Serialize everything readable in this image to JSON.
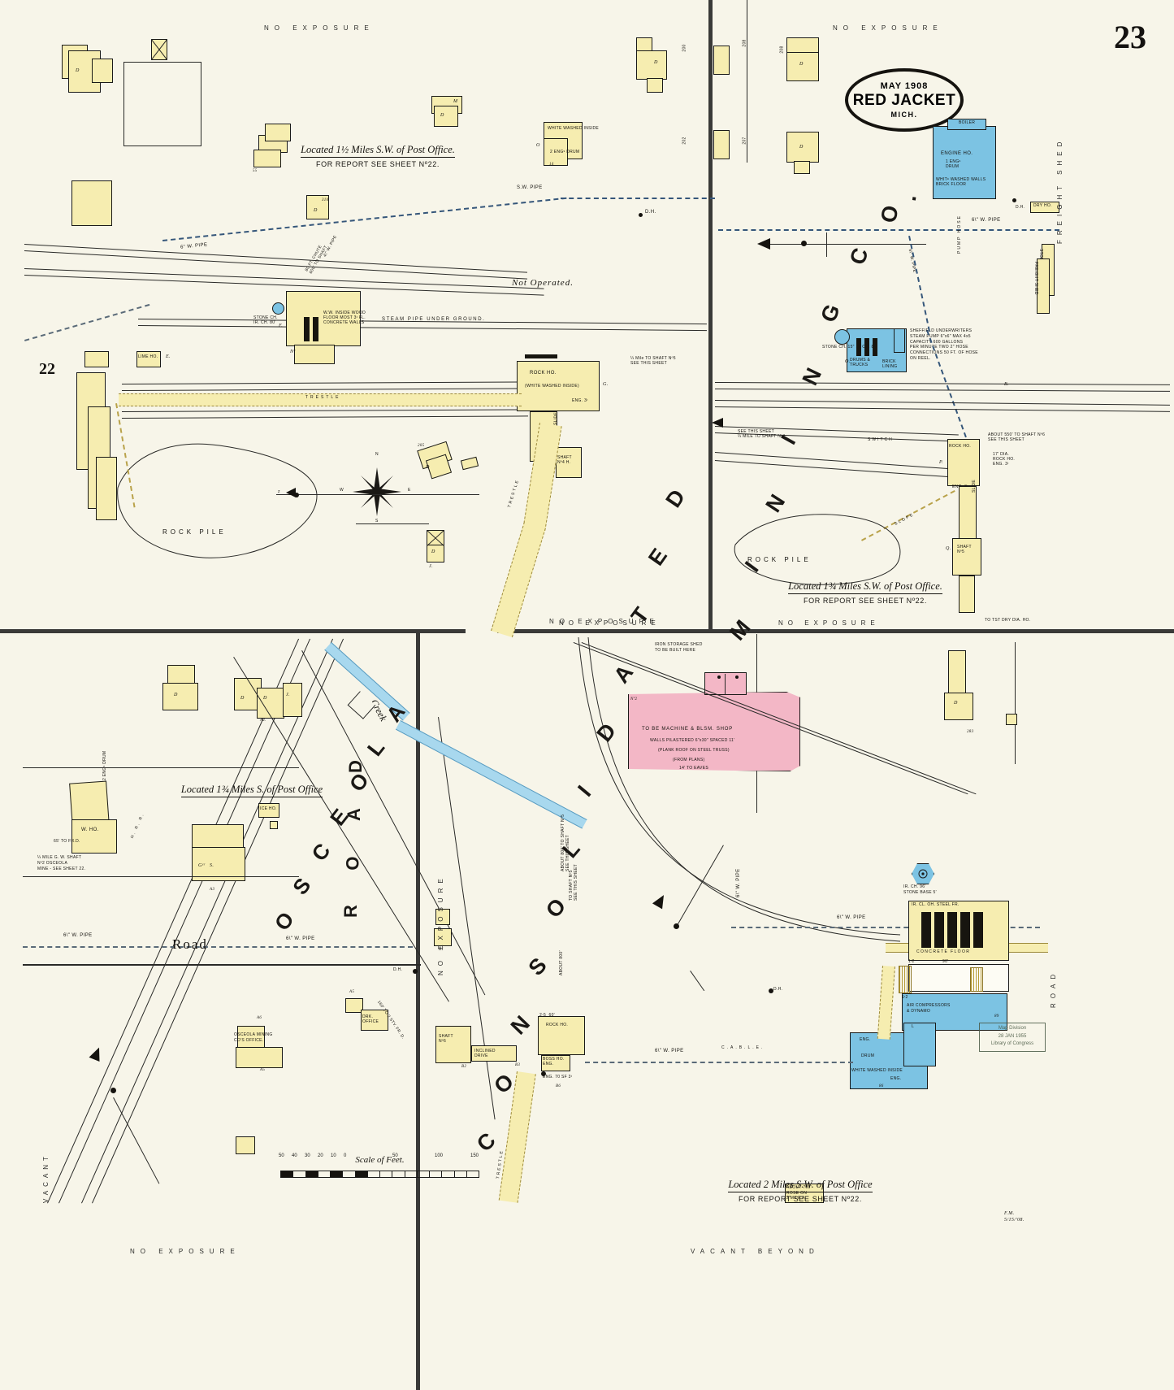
{
  "sheet": {
    "number": "23",
    "adjacent_sheet_left": "22",
    "title_date": "MAY 1908",
    "title_place": "RED JACKET",
    "title_state": "MICH."
  },
  "captions": {
    "nw": {
      "line1": "Located 1½ Miles S.W. of Post Office.",
      "line2": "FOR REPORT SEE SHEET Nº22."
    },
    "ne": {
      "line1": "Located 1¾ Miles S.W. of Post Office.",
      "line2": "FOR REPORT SEE SHEET Nº22."
    },
    "sw": {
      "line1": "Located 1¾ Miles S. of Post Office",
      "line2": ""
    },
    "se": {
      "line1": "Located 2 Miles S.W. of Post Office",
      "line2": "FOR REPORT SEE SHEET Nº22."
    }
  },
  "big_labels": {
    "osceola": "OSCEOLA",
    "consolidated": "CONSOLIDATED",
    "mining": "MINING",
    "co": "CO.",
    "road": "ROAD",
    "road_plain": "Road",
    "creek": "Creek"
  },
  "edge_notes": {
    "top_left": "NO  EXPOSURE",
    "top_right": "NO  EXPOSURE",
    "mid_right": "NO  EXPOSURE",
    "bottom_left": "NO  EXPOSURE",
    "bottom_right": "VACANT  BEYOND",
    "mid_band_left": "NO  EXPOSURE",
    "vacant_left": "VACANT"
  },
  "nw_quadrant": {
    "not_operated": "Not Operated.",
    "steam_pipe": "STEAM  PIPE  UNDER  GROUND.",
    "gw_pipe": "6\" W. PIPE",
    "gw_pipe_2": "S.W. PIPE",
    "rock_ho": "ROCK HO.",
    "rock_ho_note": "(WHITE WASHED INSIDE)",
    "eng_note": "ENG. 3ᵗ",
    "rock_pile": "ROCK PILE",
    "trestle": "TRESTLE",
    "trestle2": "TRESTLE",
    "shaft4": "SHAFT Nº4 H.",
    "shaft_note": "¼ Mile TO SHAFT Nº5\nSEE THIS SHEET",
    "lime_ho": "LIME HO.",
    "dh": "D.H.",
    "white_machine": "WHITE WASHED INSIDE",
    "eng_drum": "2 ENGˢ DRUM",
    "numbers": [
      "205",
      "310",
      "55"
    ],
    "letters": [
      "D",
      "M",
      "D",
      "E",
      "F",
      "G",
      "J",
      "O"
    ]
  },
  "ne_quadrant": {
    "engine_ho": "ENGINE HO.",
    "engine_note": "1 ENGˢ DRUM",
    "engine_note2": "WHITᵉ WASHED WALLS\nBRICK FLOOR",
    "boiler": "BOILER",
    "dry_ho": "DRY HO.",
    "storage_ho": "STORAGE  HO.",
    "freight_shed": "FREIGHT  SHED",
    "stone_ch": "STONE CH. 15\" 18 CH. 80'",
    "drums": "DRUMS & TRUCKS",
    "brick_lining": "BRICK LINING",
    "underwriters": "SHEFFIELD UNDERWRITERS\nSTEAM PUMP 6\"x6\" MAX 4x5\nCAPACITY 600 GALLONS\nPER MINUTE TWO 2\" HOSE\nCONNECTIONS 50 FT. OF HOSE\nON REEL.",
    "rock_ho": "ROCK HO.",
    "shaft5": "SHAFT Nº5",
    "switch": "SWITCH",
    "see_this_sheet": "SEE THIS SHEET\n¼ MILE TO SHAFT Nº4",
    "about_550": "ABOUT 550' TO SHAFT Nº6\nSEE THIS SHEET",
    "rock_pile": "ROCK PILE",
    "eng_note": "ENG. 3ᵗ",
    "17_dia": "17' DIA.\nROCK HO.\nENG. 3ᵗ",
    "to_tst_dry": "TO TEST DRY DIA. HO.",
    "pump_hose": "PUMP  HOSE",
    "numbers": [
      "208",
      "200",
      "207",
      "202"
    ],
    "letters": [
      "D",
      "O",
      "P",
      "Q",
      "R",
      "B"
    ]
  },
  "sw_quadrant": {
    "w_ho": "W. HO.",
    "rr": "H. R. R.",
    "osceola_office": "OSCEOLA MINING\nCO'S OFFICE.",
    "rr_note": "65' TO FR.D.",
    "mile_note": "¼ MILE G. W. SHAFT\nNº2 OSCEOLA\nMINE - SEE SHEET 22.",
    "road": "Road",
    "gw_pipe": "6\" W. PIPE",
    "dh": "D.H.",
    "ice_ho": "ICE HO.",
    "drk_office": "DRK. OFFICE",
    "shaft6": "SHAFT Nº6",
    "rock_ho": "ROCK HO.",
    "inclined_drive": "INCLINED DRIVE",
    "boss_ho": "BOSS HO.",
    "eng_note": "ENG. 70 SF 3ᵗ",
    "about_800": "ABOUT 800' TO SHAFT Nº5\nSEE THIS SHEET",
    "no_exposure_v": "NO  EXPOSURE",
    "numbers": [
      "A2",
      "A3",
      "A5",
      "A6",
      "B1",
      "B2",
      "B3",
      "B6"
    ],
    "letters": [
      "D",
      "J",
      "S",
      "G"
    ]
  },
  "se_quadrant": {
    "iron_shed": "IRON STORAGE SHED\nTO BE BUILT HERE",
    "machine_shop": "TO BE MACHINE & BLSM. SHOP",
    "machine_shop_l2": "WALLS PILASTERED 6\"x30\" SPACED 11'",
    "machine_shop_l3": "(PLANK ROOF ON STEEL TRUSS)",
    "machine_shop_l4": "(FROM PLANS)",
    "machine_shop_l5": "14' TO EAVES",
    "stone_base": "IR. CH. 96'\nSTONE BASE 5'",
    "boiler_steel": "IR. CL. OH. STEEL FR.",
    "concrete_floor": "CONCRETE  FLOOR",
    "air_comp": "AIR COMPRESSORS\n& DYNAMO",
    "eng": "ENG.",
    "drum": "DRUM",
    "white_washed": "WHITE WASHED INSIDE",
    "gw_pipe": "4\" W. PIPE",
    "gw_pipe2": "6\" W. PIPE",
    "shaft5_note": "TO SHAFT Nº5\nSEE THIS SHEET",
    "about_800": "ABOUT 800'",
    "dh": "D.H.",
    "cable": "CABLE",
    "about_700": "ABOUT 700'\nROSE ON\n2 MILE A",
    "numbers": [
      "283",
      "89",
      "86"
    ],
    "letters": [
      "D",
      "R"
    ]
  },
  "scale": {
    "label": "Scale of Feet.",
    "ticks": [
      "50",
      "40",
      "30",
      "20",
      "10",
      "0",
      "50",
      "100",
      "150"
    ]
  },
  "stamp": {
    "line1": "Map Division",
    "line2": "28 JAN 1955",
    "line3": "Library of Congress"
  },
  "signature": "F.M.\n5/15/'08."
}
